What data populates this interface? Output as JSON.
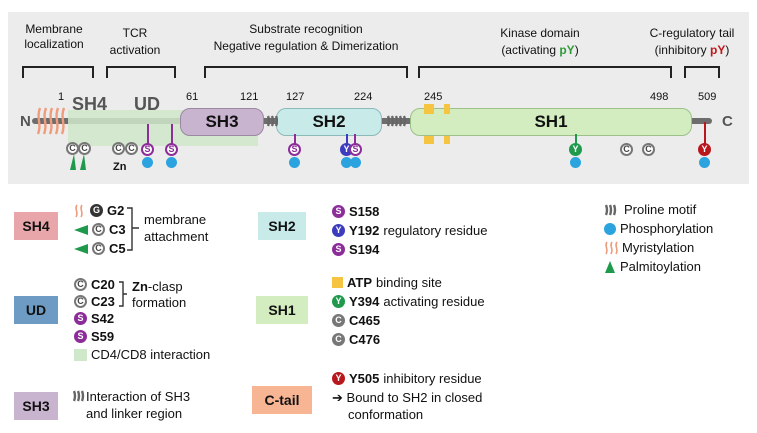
{
  "colors": {
    "sh4": "#e9a6aa",
    "ud": "#6d9bc3",
    "sh3": "#c8b4cf",
    "sh2": "#c8ebea",
    "sh1": "#d3ecc0",
    "ctail": "#f7b594",
    "panel": "#ececec",
    "phospho": "#2ba3df",
    "atp": "#f5c542",
    "cd48": "#cfe8c9",
    "serine": "#8c2d9a",
    "tyr_reg": "#3c3cbf",
    "tyr_act": "#1f9a4d",
    "tyr_inh": "#b8171c",
    "activating": "#2e9b3a",
    "inhibitory": "#c0171c"
  },
  "regions": {
    "membrane": [
      "Membrane",
      "localization"
    ],
    "tcr": [
      "TCR",
      "activation"
    ],
    "substrate": [
      "Substrate recognition",
      "Negative regulation & Dimerization"
    ],
    "kinase_pre": "Kinase domain",
    "kinase_open": "(activating ",
    "kinase_py": "pY",
    "kinase_close": ")",
    "ctail_line1": "C-regulatory tail",
    "ctail_open": "(inhibitory ",
    "ctail_py": "pY",
    "ctail_close": ")"
  },
  "protein": {
    "n": "N",
    "c": "C",
    "positions": [
      "1",
      "61",
      "121",
      "127",
      "224",
      "245",
      "498",
      "509"
    ],
    "domains": {
      "sh4": "SH4",
      "ud": "UD",
      "sh3": "SH3",
      "sh2": "SH2",
      "sh1": "SH1"
    },
    "zn": "Zn",
    "glyph_c": "C",
    "glyph_s": "S",
    "glyph_y": "Y"
  },
  "legend": {
    "sh4": {
      "badge": "SH4",
      "g2": "G2",
      "c3": "C3",
      "c5": "C5",
      "note": [
        "membrane",
        "attachment"
      ],
      "glyph_g": "G"
    },
    "ud": {
      "badge": "UD",
      "c20": "C20",
      "c23": "C23",
      "zn_note_1": "Zn",
      "zn_note_2": "-clasp",
      "zn_note_3": "formation",
      "s42": "S42",
      "s59": "S59",
      "cd48": "CD4/CD8 interaction"
    },
    "sh3": {
      "badge": "SH3",
      "text": [
        "Interaction of SH3",
        "and linker region"
      ]
    },
    "sh2": {
      "badge": "SH2",
      "s158": "S158",
      "y192": "Y192",
      "y192_text": "regulatory residue",
      "s194": "S194"
    },
    "sh1": {
      "badge": "SH1",
      "atp": "ATP",
      "atp_text": "binding site",
      "y394": "Y394",
      "y394_text": "activating residue",
      "c465": "C465",
      "c476": "C476"
    },
    "ctail": {
      "badge": "C-tail",
      "y505": "Y505",
      "y505_text": "inhibitory residue",
      "arrow": "➔",
      "bound": [
        "Bound to SH2 in closed",
        "conformation"
      ]
    },
    "key": {
      "proline": "Proline motif",
      "phospho": "Phosphorylation",
      "myristyl": "Myristylation",
      "palmitoyl": "Palmitoylation"
    }
  }
}
